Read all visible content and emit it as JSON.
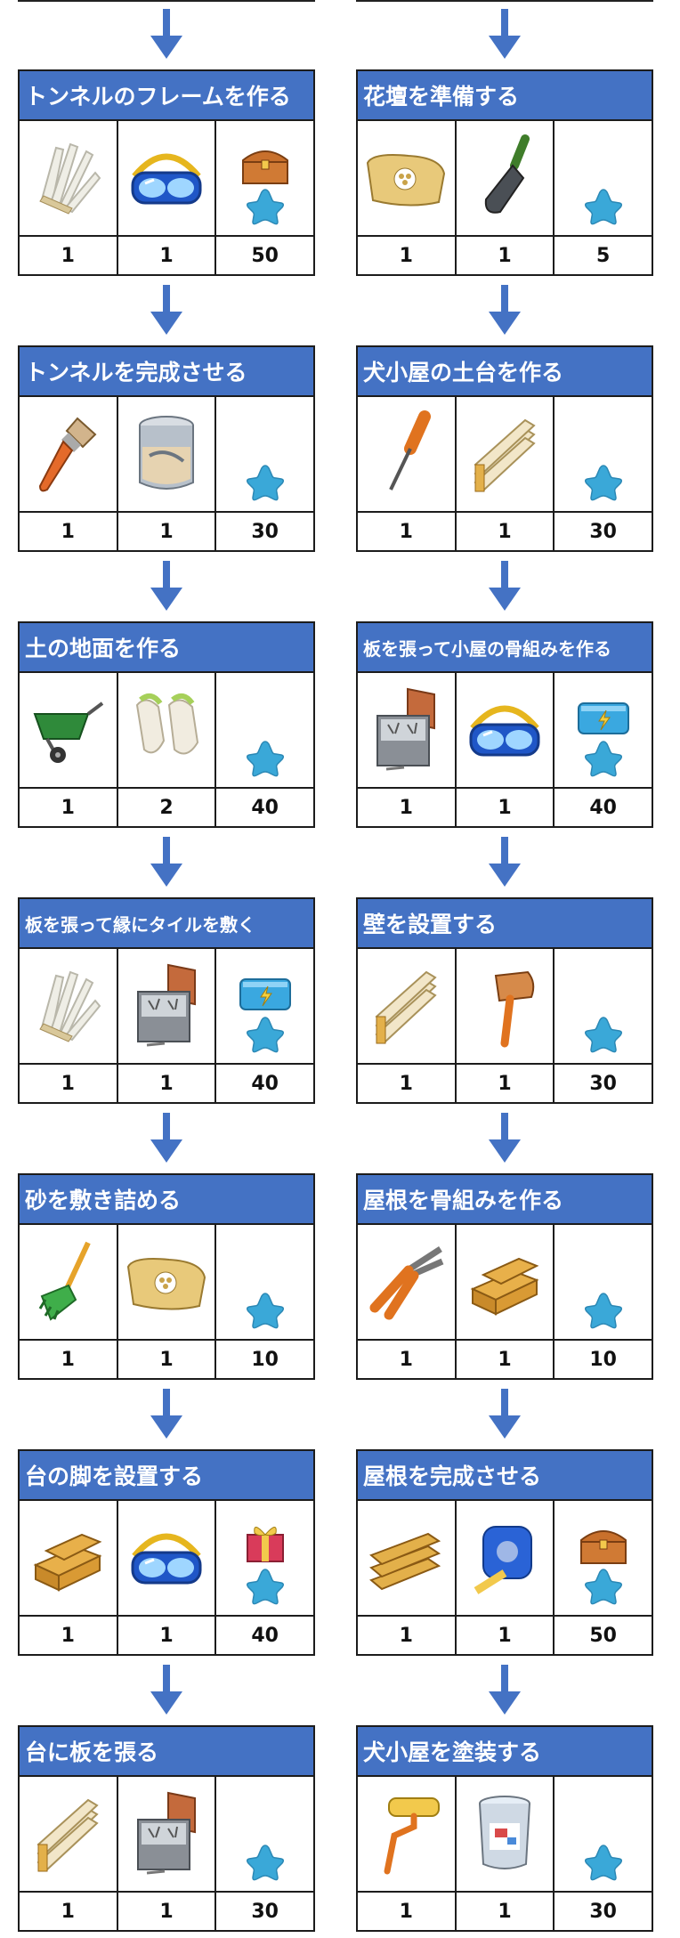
{
  "colors": {
    "header_bg": "#4472c4",
    "arrow": "#4472c4",
    "star": "#3aa8d8"
  },
  "left_column": [
    {
      "title": "トンネルのフレームを作る",
      "items": [
        {
          "icon": "gloves-white-icon",
          "qty": "1"
        },
        {
          "icon": "goggles-icon",
          "qty": "1"
        }
      ],
      "reward": {
        "extra_icon": "chest-icon",
        "stars": "50"
      }
    },
    {
      "title": "トンネルを完成させる",
      "items": [
        {
          "icon": "paintbrush-icon",
          "qty": "1"
        },
        {
          "icon": "paint-can-icon",
          "qty": "1"
        }
      ],
      "reward": {
        "extra_icon": "",
        "stars": "30"
      }
    },
    {
      "title": "土の地面を作る",
      "items": [
        {
          "icon": "wheelbarrow-icon",
          "qty": "1"
        },
        {
          "icon": "garden-gloves-icon",
          "qty": "2"
        }
      ],
      "reward": {
        "extra_icon": "",
        "stars": "40"
      }
    },
    {
      "title": "板を張って縁にタイルを敷く",
      "items": [
        {
          "icon": "gloves-white-icon",
          "qty": "1"
        },
        {
          "icon": "nail-box-icon",
          "qty": "1"
        }
      ],
      "reward": {
        "extra_icon": "toolbox-icon",
        "stars": "40"
      }
    },
    {
      "title": "砂を敷き詰める",
      "items": [
        {
          "icon": "rake-icon",
          "qty": "1"
        },
        {
          "icon": "seed-bag-icon",
          "qty": "1"
        }
      ],
      "reward": {
        "extra_icon": "",
        "stars": "10"
      }
    },
    {
      "title": "台の脚を設置する",
      "items": [
        {
          "icon": "lumber-icon",
          "qty": "1"
        },
        {
          "icon": "goggles-icon",
          "qty": "1"
        }
      ],
      "reward": {
        "extra_icon": "gift-icon",
        "stars": "40"
      }
    },
    {
      "title": "台に板を張る",
      "items": [
        {
          "icon": "planks-icon",
          "qty": "1"
        },
        {
          "icon": "nail-box-icon",
          "qty": "1"
        }
      ],
      "reward": {
        "extra_icon": "",
        "stars": "30"
      }
    }
  ],
  "right_column": [
    {
      "title": "花壇を準備する",
      "items": [
        {
          "icon": "seed-bag-icon",
          "qty": "1"
        },
        {
          "icon": "trowel-icon",
          "qty": "1"
        }
      ],
      "reward": {
        "extra_icon": "",
        "stars": "5"
      }
    },
    {
      "title": "犬小屋の土台を作る",
      "items": [
        {
          "icon": "screwdriver-icon",
          "qty": "1"
        },
        {
          "icon": "planks-icon",
          "qty": "1"
        }
      ],
      "reward": {
        "extra_icon": "",
        "stars": "30"
      }
    },
    {
      "title": "板を張って小屋の骨組みを作る",
      "items": [
        {
          "icon": "nail-box-icon",
          "qty": "1"
        },
        {
          "icon": "goggles-icon",
          "qty": "1"
        }
      ],
      "reward": {
        "extra_icon": "toolbox-icon",
        "stars": "40"
      }
    },
    {
      "title": "壁を設置する",
      "items": [
        {
          "icon": "planks-icon",
          "qty": "1"
        },
        {
          "icon": "mallet-icon",
          "qty": "1"
        }
      ],
      "reward": {
        "extra_icon": "",
        "stars": "30"
      }
    },
    {
      "title": "屋根を骨組みを作る",
      "items": [
        {
          "icon": "pliers-icon",
          "qty": "1"
        },
        {
          "icon": "lumber-icon",
          "qty": "1"
        }
      ],
      "reward": {
        "extra_icon": "",
        "stars": "10"
      }
    },
    {
      "title": "屋根を完成させる",
      "items": [
        {
          "icon": "planks-stack-icon",
          "qty": "1"
        },
        {
          "icon": "tape-measure-icon",
          "qty": "1"
        }
      ],
      "reward": {
        "extra_icon": "chest-icon",
        "stars": "50"
      }
    },
    {
      "title": "犬小屋を塗装する",
      "items": [
        {
          "icon": "paint-roller-icon",
          "qty": "1"
        },
        {
          "icon": "paint-bucket-icon",
          "qty": "1"
        }
      ],
      "reward": {
        "extra_icon": "",
        "stars": "30"
      }
    }
  ]
}
